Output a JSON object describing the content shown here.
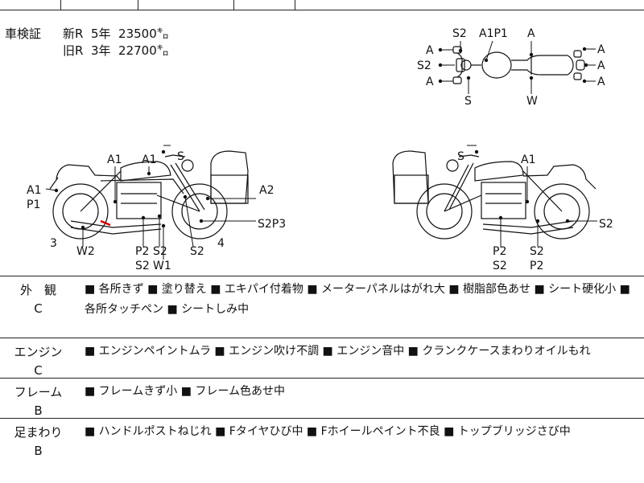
{
  "registration": {
    "label": "車検証",
    "new_line": "新R  5年  23500㌔",
    "old_line": "旧R  3年  22700㌔"
  },
  "diagram_labels": {
    "top": [
      "S2",
      "A1P1",
      "A",
      "A",
      "S2",
      "A",
      "S",
      "W",
      "A",
      "A",
      "A"
    ],
    "left": [
      "A1",
      "A1",
      "S",
      "A1",
      "P1",
      "A2",
      "S2P3",
      "3",
      "W2",
      "P2",
      "S2",
      "S2",
      "4",
      "S2",
      "W1"
    ],
    "right": [
      "S",
      "A1",
      "S2",
      "P2",
      "S2",
      "S2",
      "P2"
    ]
  },
  "sections": [
    {
      "title": "外　観",
      "grade": "C",
      "text": "■ 各所きず ■ 塗り替え ■ エキパイ付着物 ■ メーターパネルはがれ大 ■ 樹脂部色あせ ■ シート硬化小 ■ 各所タッチペン ■ シートしみ中"
    },
    {
      "title": "エンジン",
      "grade": "C",
      "text": "■ エンジンペイントムラ ■ エンジン吹け不調 ■ エンジン音中 ■ クランクケースまわりオイルもれ"
    },
    {
      "title": "フレーム",
      "grade": "B",
      "text": "■ フレームきず小 ■ フレーム色あせ中"
    },
    {
      "title": "足まわり",
      "grade": "B",
      "text": "■ ハンドルポストねじれ ■ Fタイヤひび中 ■ Fホイールペイント不良 ■ トップブリッジさび中"
    }
  ]
}
